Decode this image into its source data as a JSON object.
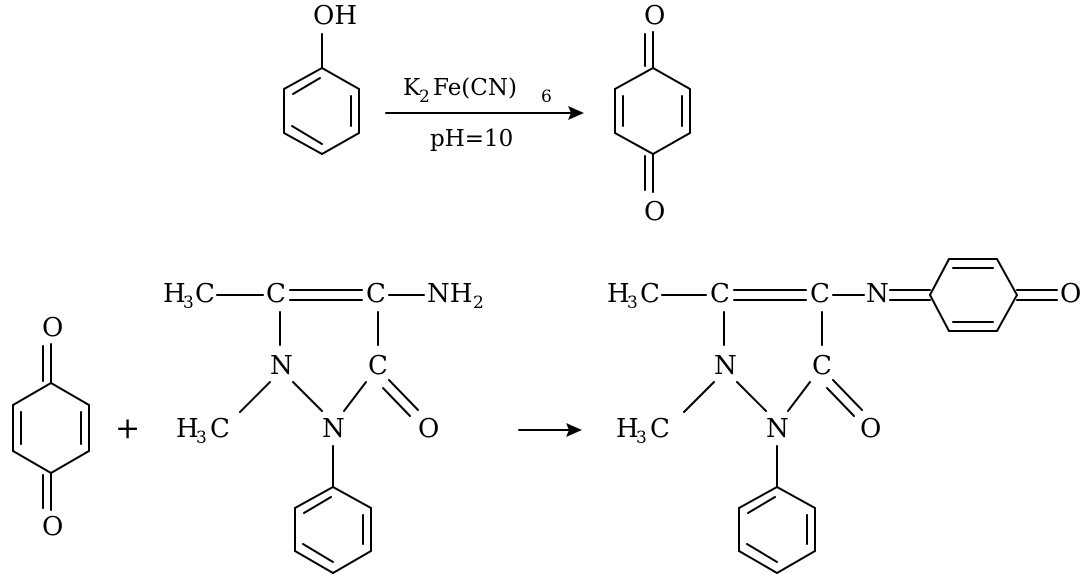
{
  "reaction_1": {
    "reactant_oh": "OH",
    "conditions_above": {
      "k": "K",
      "k_sub": "2",
      "fe": "Fe(CN)",
      "fe_sub": "6"
    },
    "conditions_below": "pH=10",
    "product_o_top": "O",
    "product_o_bottom": "O"
  },
  "reaction_2": {
    "quinone_o_top": "O",
    "quinone_o_bottom": "O",
    "plus": "+",
    "aap": {
      "h3c_top": "H",
      "h3c_top_sub": "3",
      "h3c_top_c": "C",
      "c4": "C",
      "c5": "C",
      "nh2": "NH",
      "nh2_sub": "2",
      "n1": "N",
      "c3": "C",
      "o": "O",
      "h3c_n": "H",
      "h3c_n_sub": "3",
      "h3c_n_c": "C",
      "n2": "N"
    },
    "product": {
      "h3c_top": "H",
      "h3c_top_sub": "3",
      "h3c_top_c": "C",
      "c4": "C",
      "c5": "C",
      "n_imine": "N",
      "o_quinone": "O",
      "n1": "N",
      "c3": "C",
      "o": "O",
      "h3c_n": "H",
      "h3c_n_sub": "3",
      "h3c_n_c": "C",
      "n2": "N"
    }
  }
}
